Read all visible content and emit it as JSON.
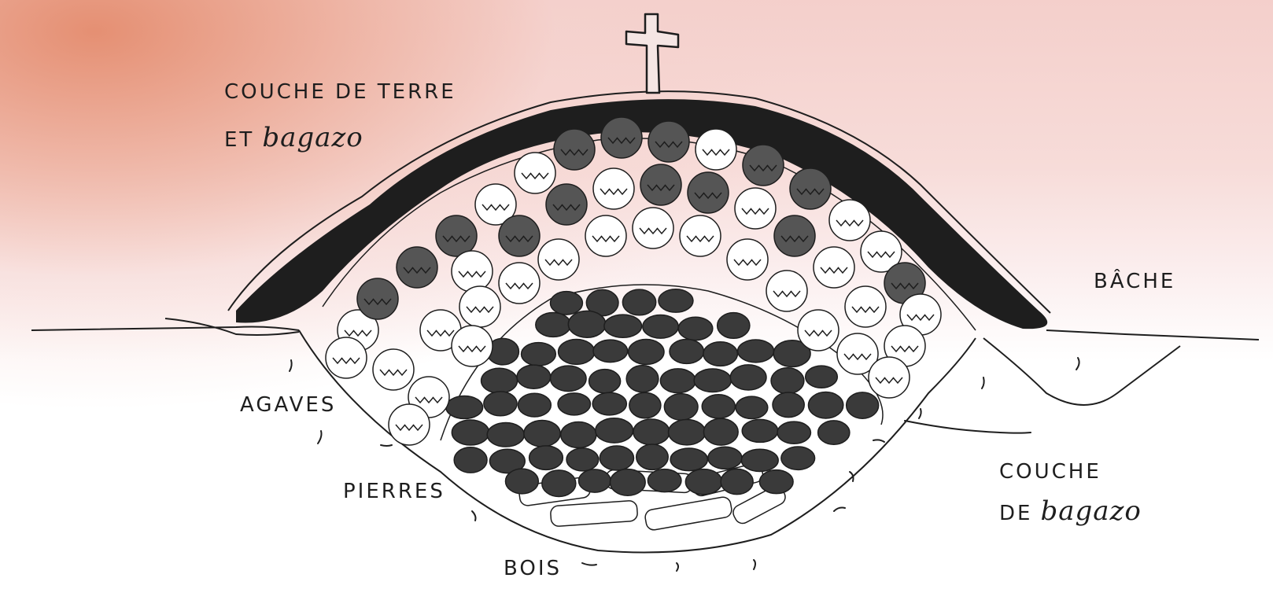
{
  "labels": {
    "couche_terre_line1": "COUCHE  DE  TERRE",
    "couche_terre_line2_prefix": "ET",
    "couche_terre_line2_script": "bagazo",
    "bache": "BÂCHE",
    "agaves": "AGAVES",
    "pierres": "PIERRES",
    "bois": "BOIS",
    "couche_bagazo_line1": "COUCHE",
    "couche_bagazo_line2_prefix": "DE",
    "couche_bagazo_line2_script": "bagazo"
  },
  "colors": {
    "ink": "#1e1e1e",
    "stone_fill": "#3a3a3a",
    "background_accent": "#e48c6e",
    "background_base": "#ffffff"
  },
  "icons": {
    "cross": "cross-icon"
  }
}
